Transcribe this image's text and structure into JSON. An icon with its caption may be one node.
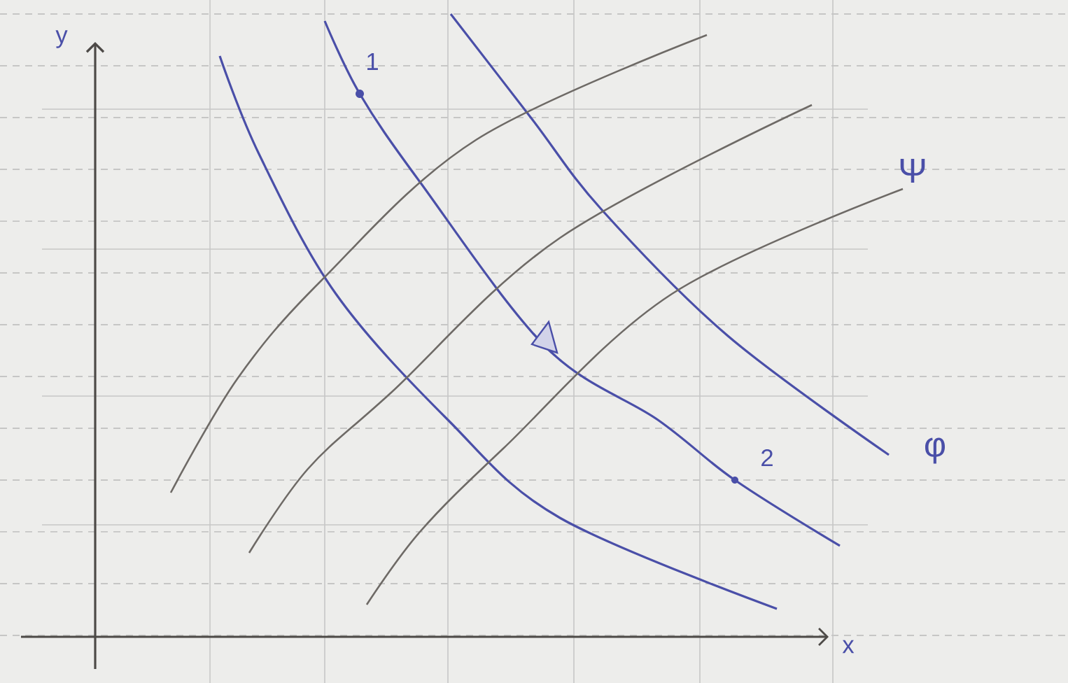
{
  "diagram": {
    "labels": [
      "y",
      "1",
      "Ψ",
      "φ",
      "2",
      "x"
    ]
  }
}
